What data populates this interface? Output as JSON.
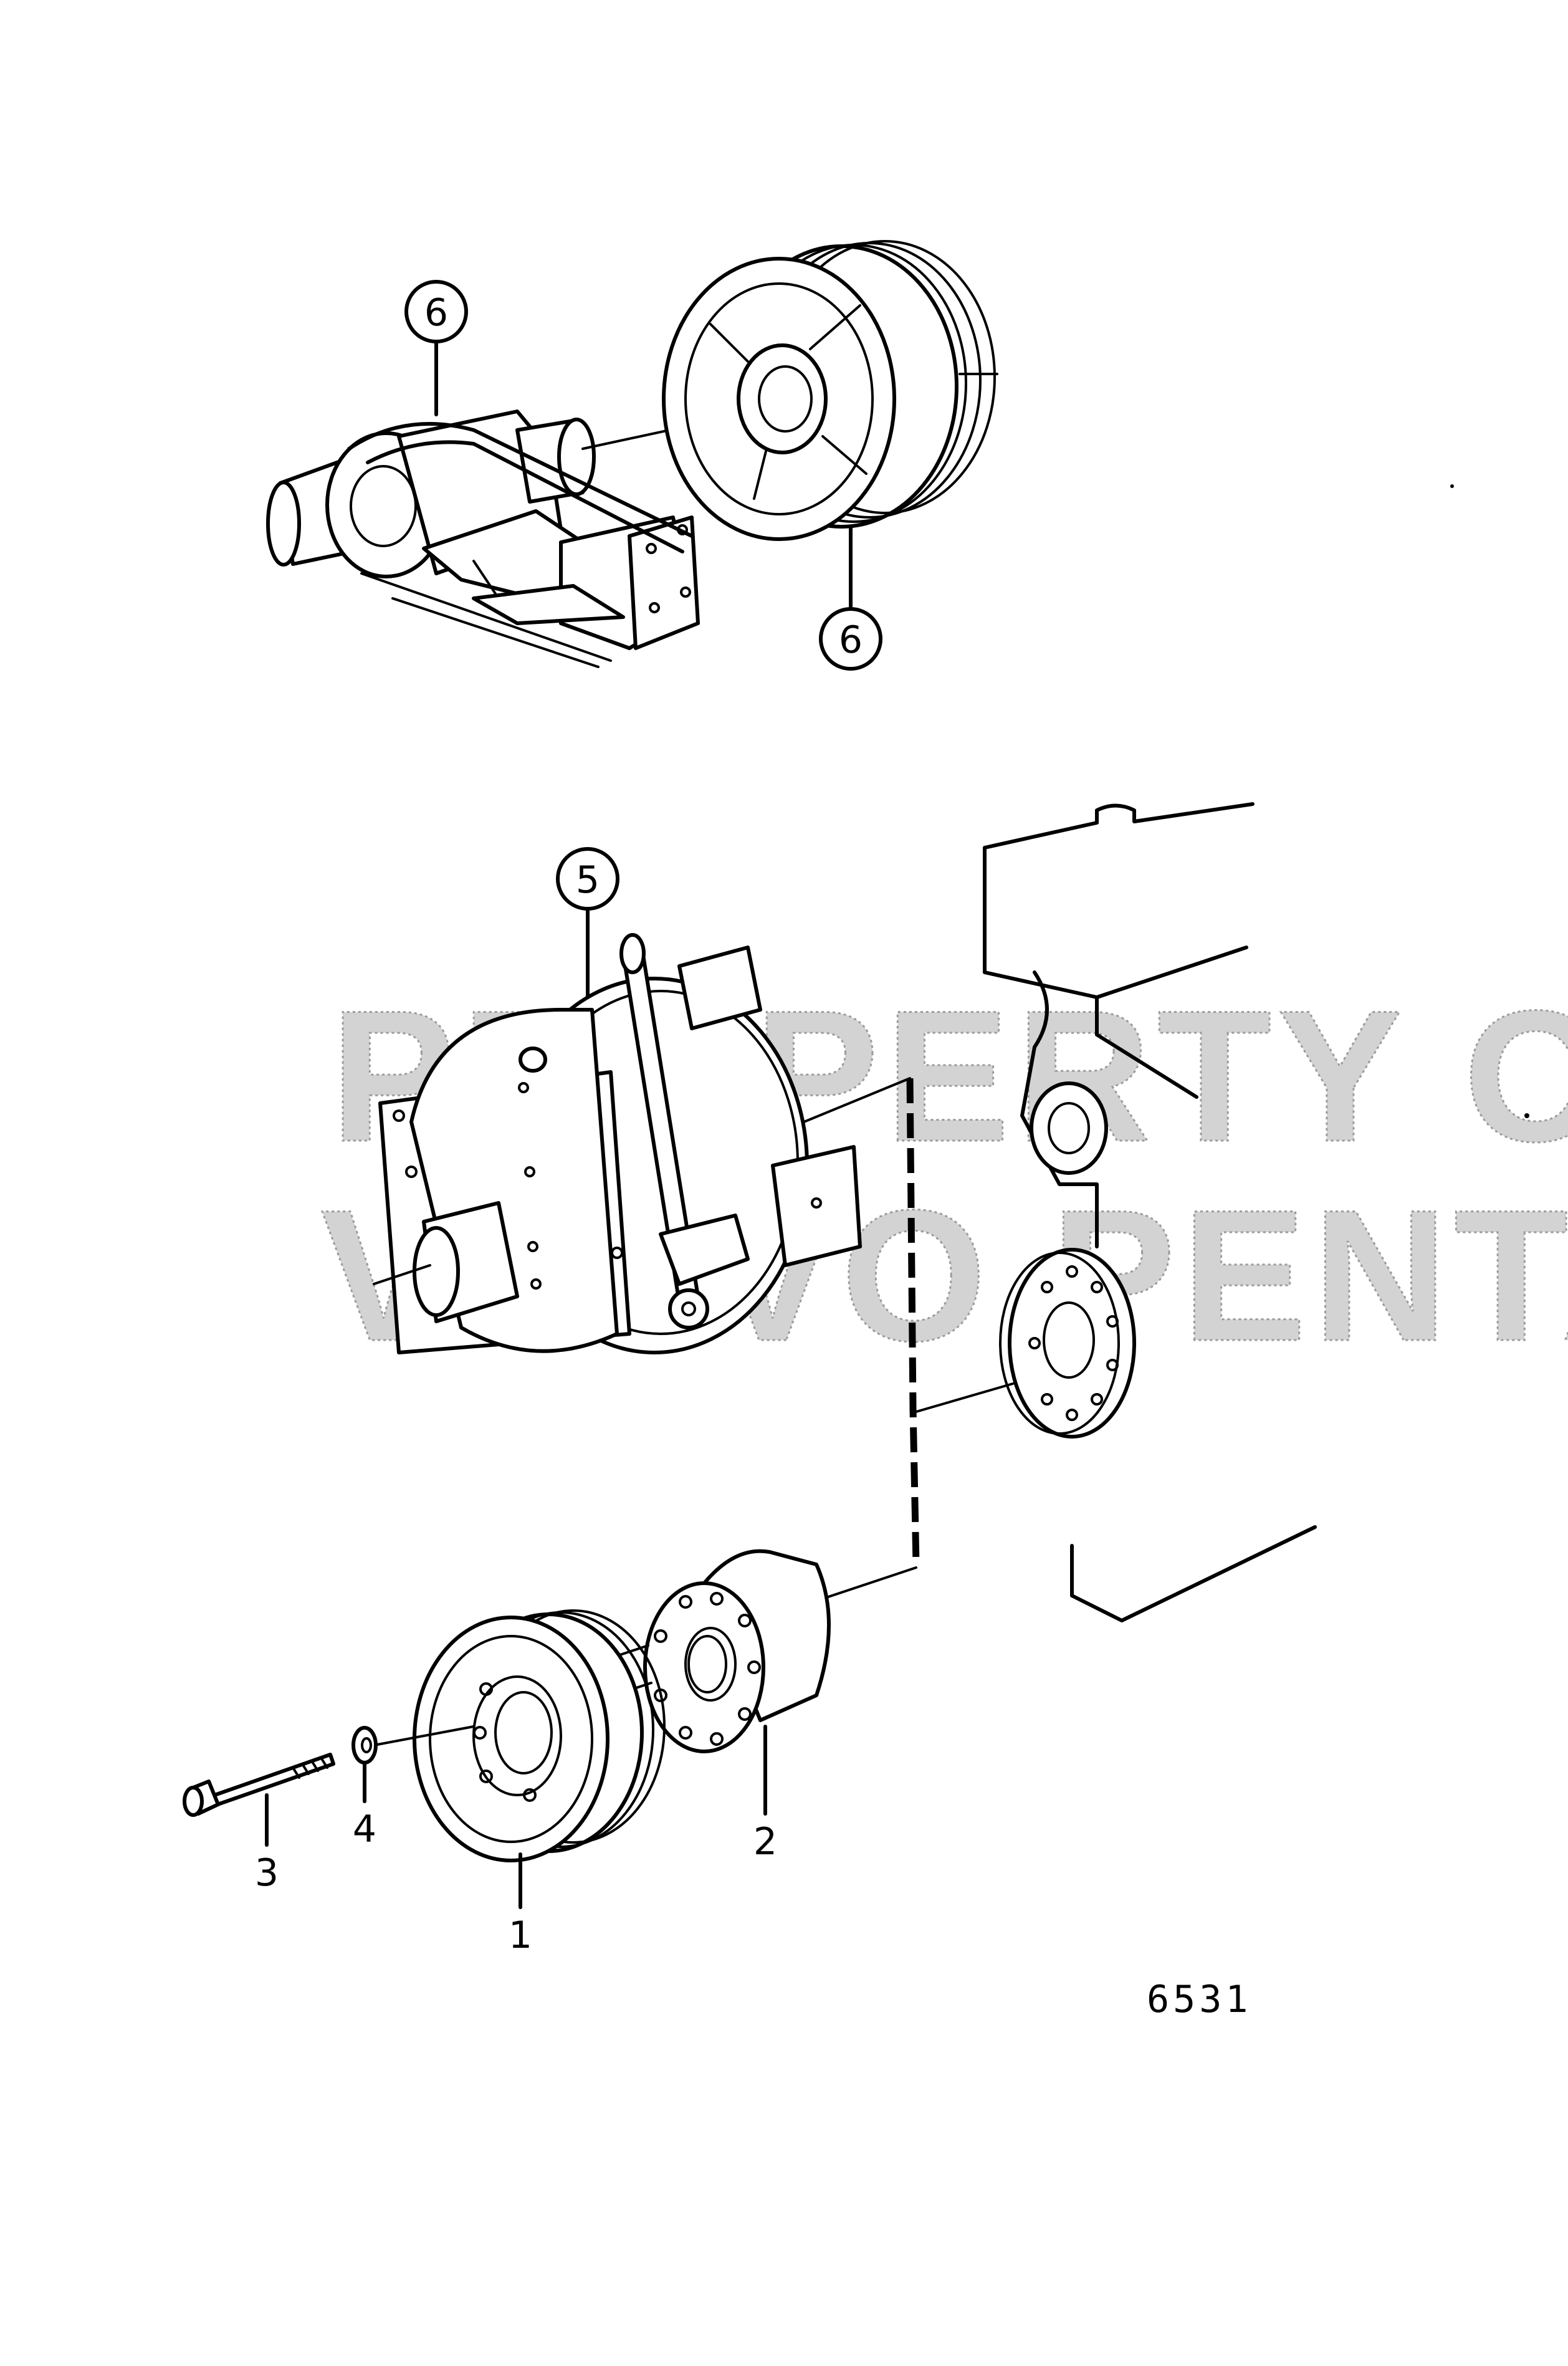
{
  "watermark": {
    "line1": "PROPERTY OF",
    "line2": "VOLVO PENTA"
  },
  "callouts": {
    "c1": "1",
    "c2": "2",
    "c3": "3",
    "c4": "4",
    "c5": "5",
    "c6a": "6",
    "c6b": "6"
  },
  "figure_code": "6531"
}
